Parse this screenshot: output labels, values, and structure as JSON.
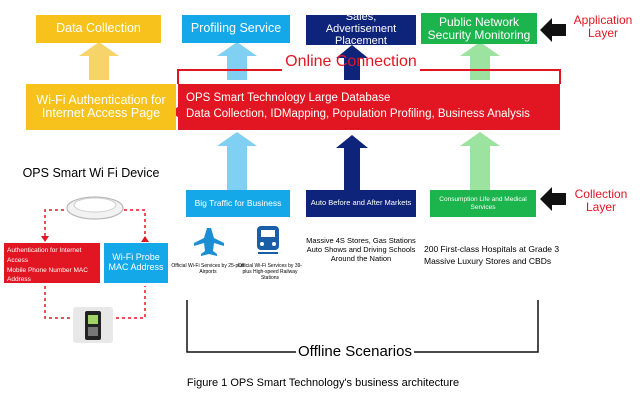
{
  "colors": {
    "yellow": "#f7c21b",
    "blue": "#15a8e8",
    "navy": "#0e237a",
    "green": "#1cb44c",
    "red": "#e21623",
    "arrow_yellow": "#f7d46a",
    "arrow_blue": "#7fd0f2",
    "arrow_green": "#9be39f"
  },
  "top_row": {
    "data_collection": "Data Collection",
    "profiling_service": "Profiling Service",
    "sales_ad": "Sales, Advertisement Placement",
    "public_network": "Public Network Security Monitoring"
  },
  "application_layer": "Application Layer",
  "online_connection": "Online Connection",
  "wifi_auth_box": "Wi-Fi Authentication for Internet Access Page",
  "database": {
    "line1": "OPS Smart Technology Large Database",
    "line2": "Data Collection, IDMapping, Population Profiling, Business Analysis"
  },
  "device": {
    "title": "OPS Smart Wi Fi Device",
    "auth_title": "Authentication for Internet Access",
    "auth_sub": "Mobile Phone Number MAC Address",
    "probe": "Wi-Fi Probe MAC Address"
  },
  "collection_row": {
    "big_traffic": "Big Traffic for Business",
    "auto_markets": "Auto Before and After Markets",
    "consumption": "Consumption Life and Medical Services"
  },
  "collection_layer": "Collection Layer",
  "scenarios": {
    "airports": "Official Wi-Fi Services by 25-plus Airports",
    "railway": "Official Wi-Fi Services by 39-plus High-speed Railway Stations",
    "auto": "Massive 4S Stores, Gas Stations Auto Shows and Driving Schools Around the Nation",
    "hospitals_line1": "200 First-class Hospitals at Grade 3",
    "hospitals_line2": "Massive Luxury Stores and CBDs"
  },
  "offline_scenarios": "Offline Scenarios",
  "caption": "Figure 1 OPS Smart Technology's business architecture",
  "icons": [
    "airplane-icon",
    "train-icon",
    "router-icon",
    "phone-icon",
    "left-arrow-icon"
  ]
}
